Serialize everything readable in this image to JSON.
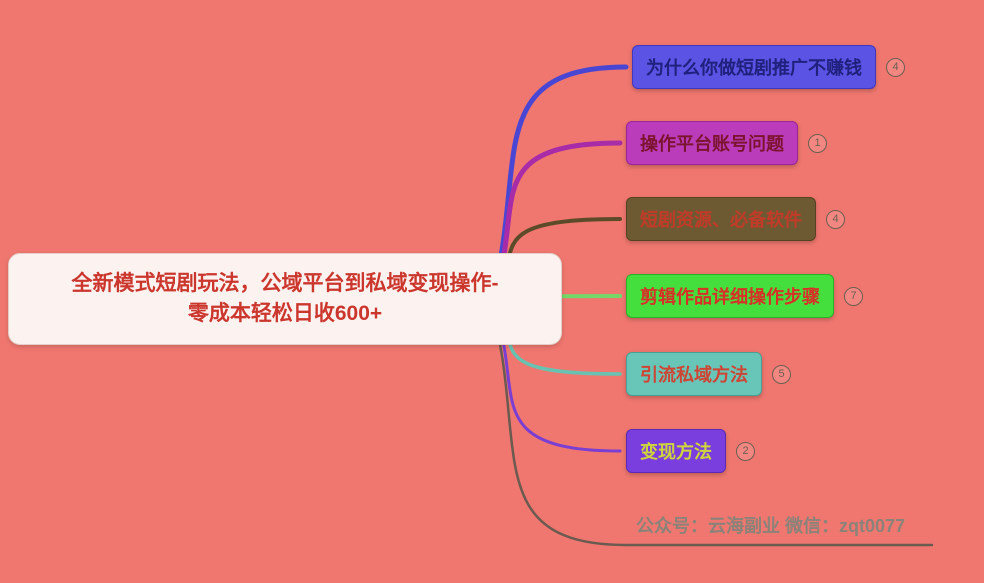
{
  "background": "#ef776f",
  "badge_color": "#6d5e52",
  "root": {
    "line1": "全新模式短剧玩法，公域平台到私域变现操作-",
    "line2": "零成本轻松日收600+",
    "fill": "#fcf2ef",
    "text_color": "#cb362d",
    "border_color": "#e2cfc9"
  },
  "branches": [
    {
      "label": "为什么你做短剧推广不赚钱",
      "fill": "#5a53e4",
      "text_color": "#20207d",
      "border_color": "#4038c0",
      "line_color": "#4a46d4",
      "badge": "4"
    },
    {
      "label": "操作平台账号问题",
      "fill": "#bb3cbb",
      "text_color": "#7c1430",
      "border_color": "#9a259a",
      "line_color": "#a82ba8",
      "badge": "1"
    },
    {
      "label": "短剧资源、必备软件",
      "fill": "#6e5a32",
      "text_color": "#c23a28",
      "border_color": "#55431f",
      "line_color": "#5c4a28",
      "badge": "4"
    },
    {
      "label": "剪辑作品详细操作步骤",
      "fill": "#44df3c",
      "text_color": "#d92f27",
      "border_color": "#28b428",
      "line_color": "#74d868",
      "badge": "7"
    },
    {
      "label": "引流私域方法",
      "fill": "#68c6b8",
      "text_color": "#cf4433",
      "border_color": "#47a093",
      "line_color": "#68c2b2",
      "badge": "5"
    },
    {
      "label": "变现方法",
      "fill": "#7b3ede",
      "text_color": "#cfd63a",
      "border_color": "#5c28b8",
      "line_color": "#7b3ed2",
      "badge": "2"
    },
    {
      "label": "公众号：云海副业  微信：zqt0077",
      "fill": "transparent",
      "text_color": "#8b8279",
      "border_color": "transparent",
      "line_color": "#6b5a50",
      "badge": null
    }
  ]
}
